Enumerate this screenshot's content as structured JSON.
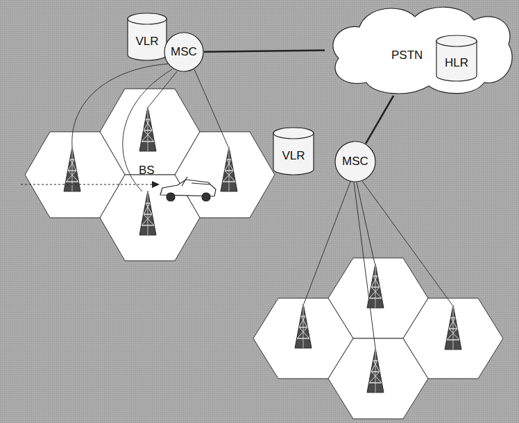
{
  "diagram": {
    "nodes": [
      {
        "text": [
          "VLR"
        ]
      },
      {
        "text": [
          "MSC"
        ]
      },
      {
        "text": [
          "PSTN"
        ]
      },
      {
        "text": [
          "HLR"
        ],
        "in": 2
      },
      {
        "text": [
          "VLR"
        ]
      },
      {
        "text": [
          "MSC"
        ]
      }
    ],
    "edges": [
      {
        "from": 1,
        "to": 2,
        "arrow": "none"
      },
      {
        "from": 5,
        "to": 2,
        "arrow": "none"
      }
    ],
    "labels": [
      "BS"
    ]
  }
}
